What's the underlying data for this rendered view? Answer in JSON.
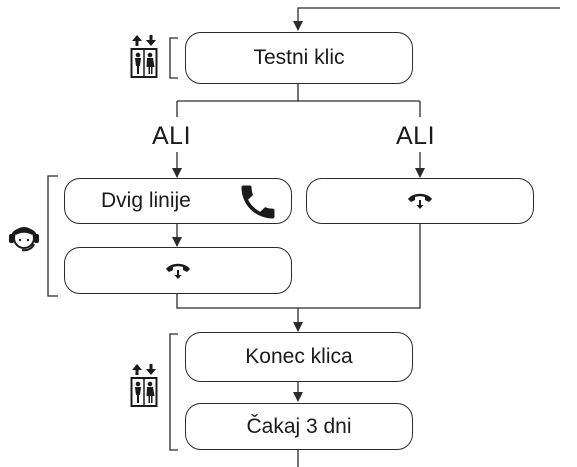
{
  "diagram": {
    "steps": {
      "test_call": "Testni klic",
      "lift_line": "Dvig linije",
      "end_call": "Konec klica",
      "wait": "Čakaj 3 dni"
    },
    "branch_labels": {
      "left": "ALI",
      "right": "ALI"
    },
    "icons": {
      "elevator": "elevator-icon",
      "handset_lift": "phone-handset-icon",
      "hang_up": "hang-up-icon",
      "operator": "headset-operator-icon"
    }
  }
}
